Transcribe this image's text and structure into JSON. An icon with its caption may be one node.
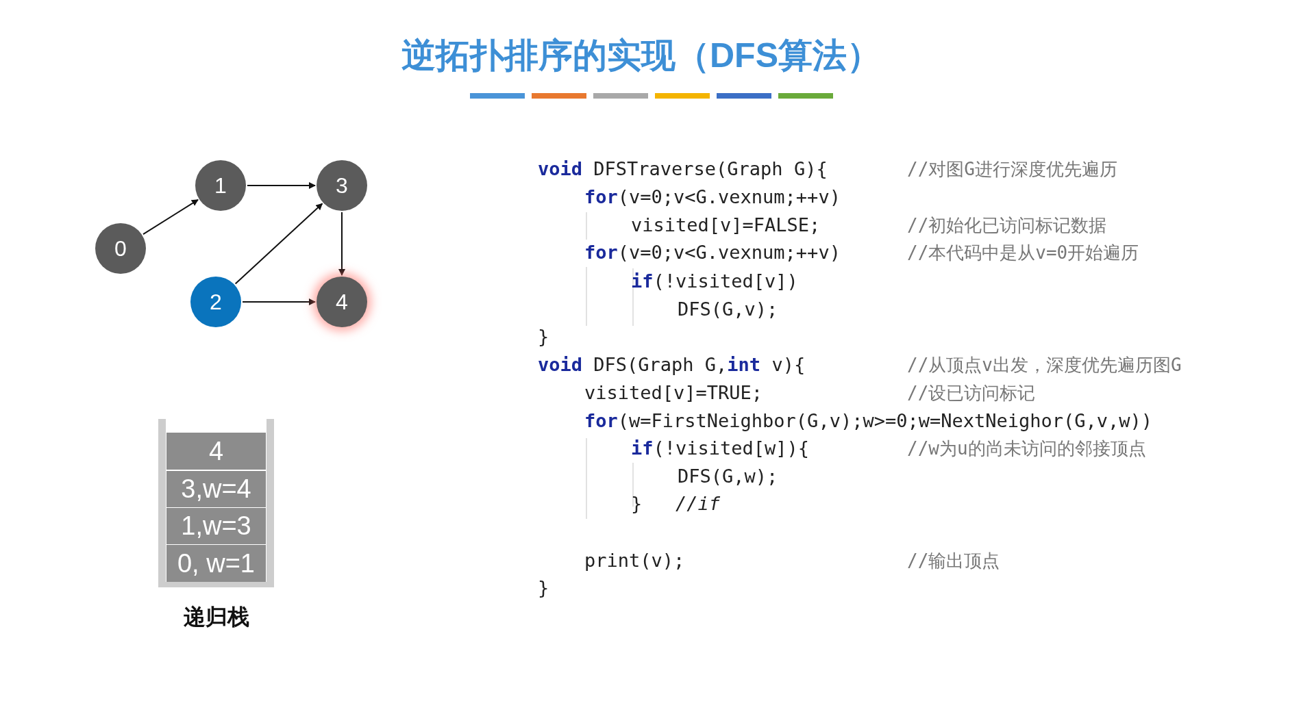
{
  "diagram": {
    "title": "逆拓扑排序的实现（DFS算法）",
    "nodes": [
      {
        "text": [
          "0"
        ]
      },
      {
        "text": [
          "1"
        ]
      },
      {
        "text": [
          "2"
        ]
      },
      {
        "text": [
          "3"
        ]
      },
      {
        "text": [
          "4"
        ]
      },
      {
        "text": [],
        "shape": "box",
        "beside": [
          "递归栈"
        ]
      },
      {
        "text": [
          "4"
        ],
        "in": 5
      },
      {
        "text": [
          "3,w=4"
        ],
        "in": 5
      },
      {
        "text": [
          "1,w=3"
        ],
        "in": 5
      },
      {
        "text": [
          "0, w=1"
        ],
        "in": 5
      }
    ],
    "edges": [
      {
        "from": 0,
        "to": 1,
        "arrow": "to"
      },
      {
        "from": 1,
        "to": 3,
        "arrow": "to"
      },
      {
        "from": 2,
        "to": 3,
        "arrow": "to"
      },
      {
        "from": 2,
        "to": 4,
        "arrow": "to"
      },
      {
        "from": 3,
        "to": 4,
        "arrow": "to"
      }
    ],
    "labels": [
      "**void** DFSTraverse(Graph G){",
      "//对图G进行深度优先遍历",
      "**for**(v=0;v<G.vexnum;++v)",
      "visited[v]=FALSE;",
      "//初始化已访问标记数据",
      "**for**(v=0;v<G.vexnum;++v)",
      "//本代码中是从v=0开始遍历",
      "**if**(!visited[v])",
      "DFS(G,v);",
      "}",
      "**void** DFS(Graph G,**int** v){",
      "//从顶点v出发，深度优先遍历图G",
      "visited[v]=TRUE;",
      "//设已访问标记",
      "**for**(w=FirstNeighbor(G,v);w>=0;w=NextNeighor(G,v,w))",
      "**if**(!visited[w]){",
      "//w为u的尚未访问的邻接顶点",
      "DFS(G,w);",
      "}   *//if*",
      "print(v);",
      "//输出顶点",
      "}"
    ]
  }
}
